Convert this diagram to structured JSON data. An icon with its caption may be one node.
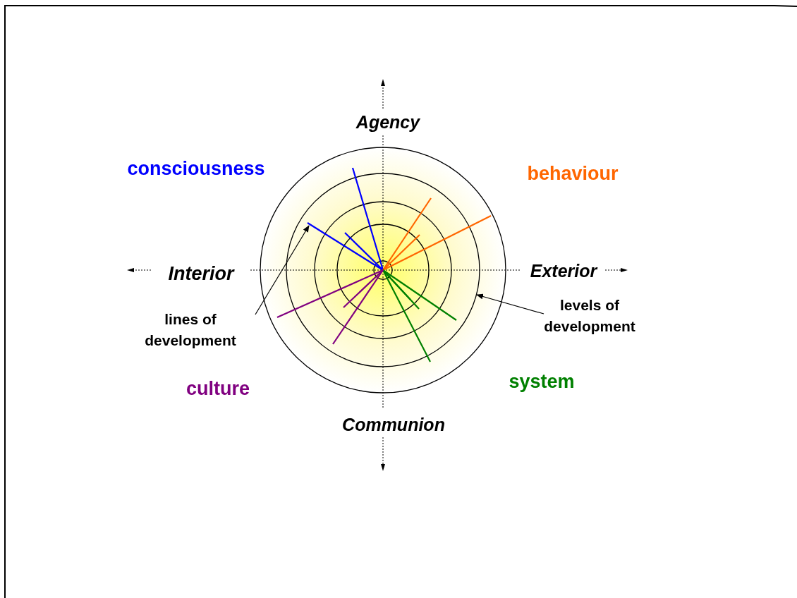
{
  "diagram": {
    "nodes": [
      {
        "text": [
          "lines of development"
        ]
      },
      {
        "text": [
          "levels of development"
        ]
      }
    ],
    "edges": [
      {
        "from": 0,
        "to": null,
        "arrow": "to"
      },
      {
        "from": 1,
        "to": null,
        "arrow": "to"
      }
    ],
    "labels": [
      "Agency",
      "consciousness",
      "behaviour",
      "Interior",
      "Exterior",
      "system",
      "culture",
      "Communion"
    ]
  }
}
